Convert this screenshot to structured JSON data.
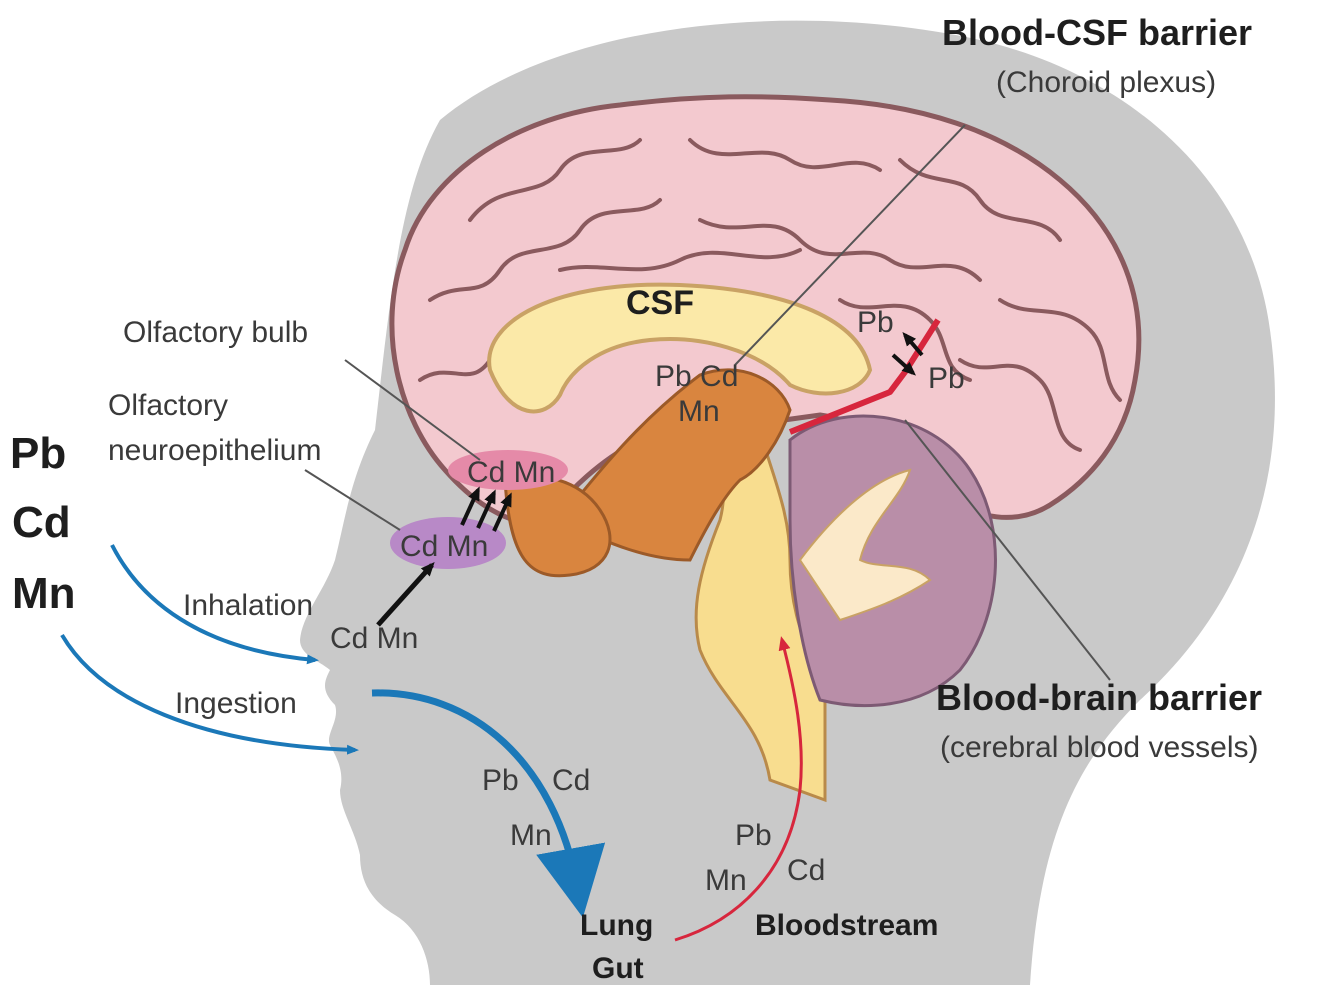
{
  "metals": {
    "pb": "Pb",
    "cd": "Cd",
    "mn": "Mn"
  },
  "routes": {
    "inhalation": "Inhalation",
    "ingestion": "Ingestion",
    "lung": "Lung",
    "gut": "Gut",
    "bloodstream": "Bloodstream"
  },
  "structures": {
    "olfactory_bulb": "Olfactory bulb",
    "olfactory_neuroepithelium_line1": "Olfactory",
    "olfactory_neuroepithelium_line2": "neuroepithelium",
    "csf": "CSF",
    "bulb_metals": "Cd Mn",
    "epithelium_metals": "Cd Mn"
  },
  "barriers": {
    "blood_csf_title": "Blood-CSF barrier",
    "blood_csf_sub": "(Choroid plexus)",
    "blood_brain_title": "Blood-brain barrier",
    "blood_brain_sub": "(cerebral blood vessels)"
  },
  "labels": {
    "inhaled_metals": "Cd Mn",
    "ingested_pb": "Pb",
    "ingested_cd": "Cd",
    "ingested_mn": "Mn",
    "blood_pb": "Pb",
    "blood_mn": "Mn",
    "blood_cd": "Cd",
    "csf_metals_line1": "Pb Cd",
    "csf_metals_line2": "Mn",
    "bbb_pb_top": "Pb",
    "bbb_pb_bottom": "Pb"
  },
  "colors": {
    "head": "#c9c9c9",
    "brain": "#f3c9cf",
    "csf": "#fbe9a8",
    "brainstem": "#f8dd8f",
    "midbrain": "#d9853f",
    "cerebellum": "#b98ea8",
    "blood": "#d7263d",
    "route_arrow": "#1b78b8",
    "bulb": "#e58aa8",
    "epithelium": "#b889c7"
  }
}
